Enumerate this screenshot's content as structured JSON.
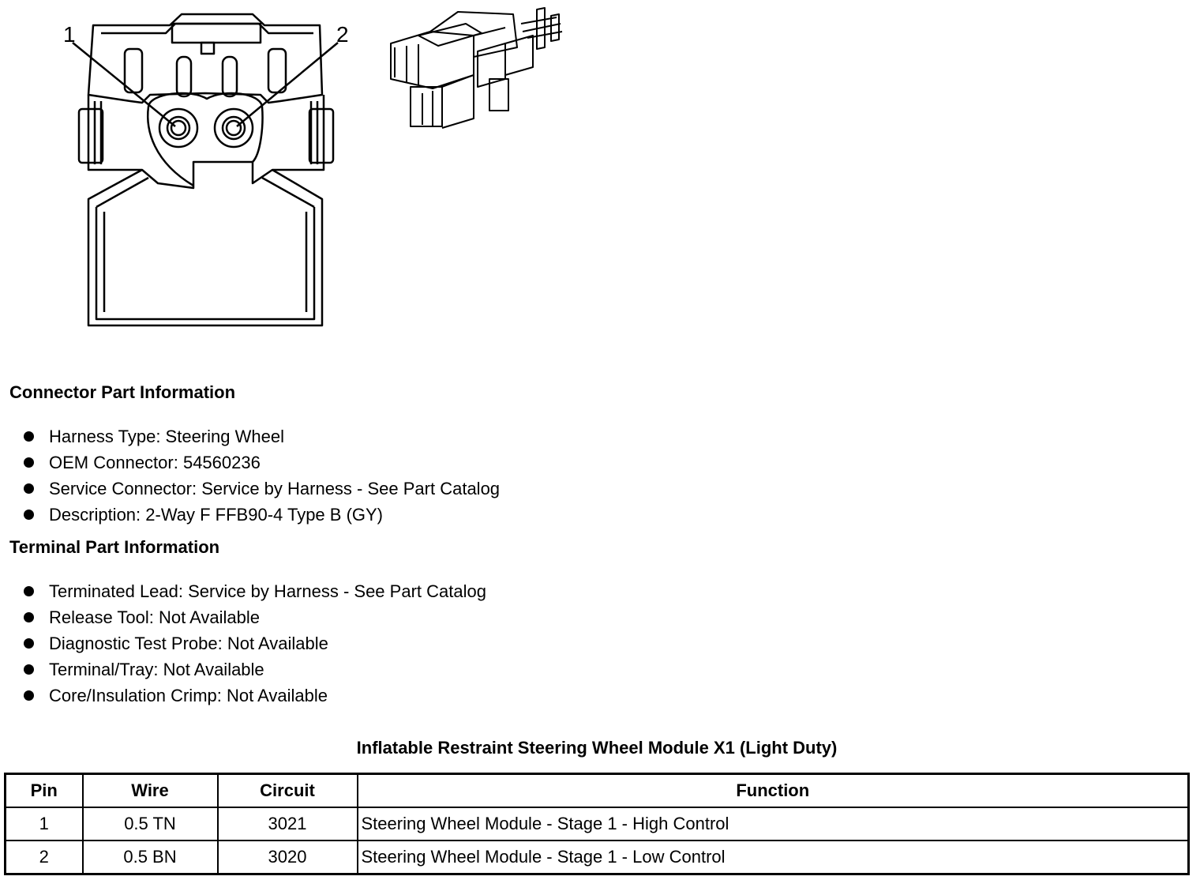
{
  "callouts": [
    "1",
    "2"
  ],
  "connector_section": {
    "title": "Connector Part Information",
    "items": [
      "Harness Type: Steering Wheel",
      "OEM Connector: 54560236",
      "Service Connector: Service by Harness - See Part Catalog",
      "Description: 2-Way F FFB90-4 Type B (GY)"
    ]
  },
  "terminal_section": {
    "title": "Terminal Part Information",
    "items": [
      "Terminated Lead: Service by Harness - See Part Catalog",
      "Release Tool: Not Available",
      "Diagnostic Test Probe: Not Available",
      "Terminal/Tray: Not Available",
      "Core/Insulation Crimp: Not Available"
    ]
  },
  "table": {
    "title": "Inflatable Restraint Steering Wheel Module X1 (Light Duty)",
    "headers": [
      "Pin",
      "Wire",
      "Circuit",
      "Function"
    ],
    "rows": [
      [
        "1",
        "0.5 TN",
        "3021",
        "Steering Wheel Module - Stage 1 - High Control"
      ],
      [
        "2",
        "0.5 BN",
        "3020",
        "Steering Wheel Module - Stage 1 - Low Control"
      ]
    ]
  }
}
